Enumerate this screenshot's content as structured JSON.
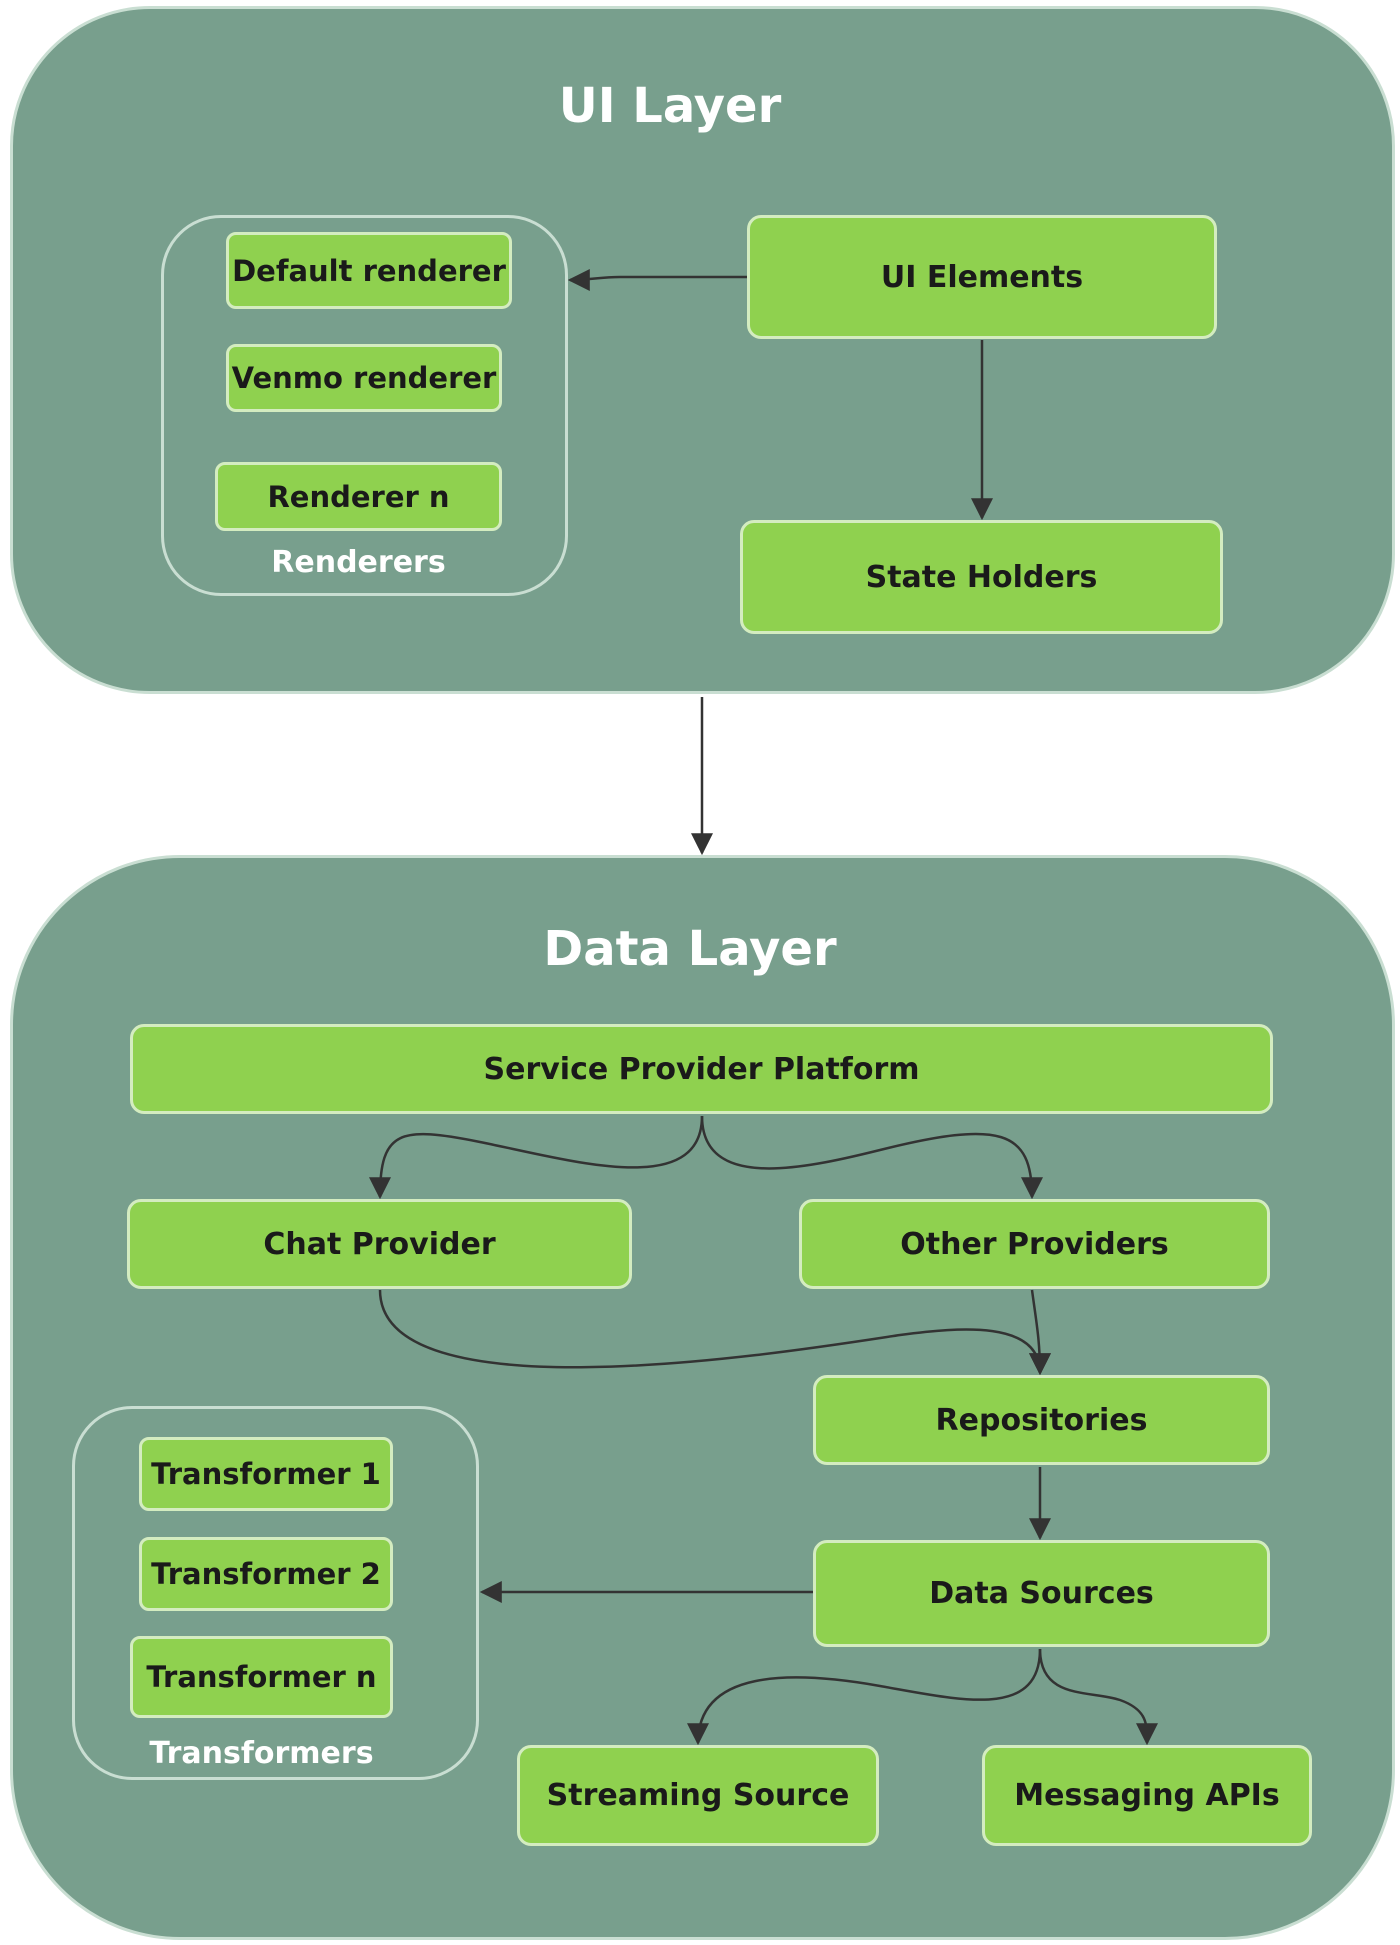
{
  "ui_layer": {
    "title": "UI Layer",
    "renderers_group": {
      "label": "Renderers",
      "items": [
        "Default renderer",
        "Venmo renderer",
        "Renderer n"
      ]
    },
    "ui_elements": "UI Elements",
    "state_holders": "State Holders"
  },
  "data_layer": {
    "title": "Data Layer",
    "service_provider_platform": "Service Provider Platform",
    "chat_provider": "Chat Provider",
    "other_providers": "Other Providers",
    "repositories": "Repositories",
    "data_sources": "Data Sources",
    "transformers_group": {
      "label": "Transformers",
      "items": [
        "Transformer 1",
        "Transformer 2",
        "Transformer n"
      ]
    },
    "streaming_source": "Streaming Source",
    "messaging_apis": "Messaging APIs"
  },
  "colors": {
    "layer_fill": "#789f8d",
    "layer_border": "#c9ded2",
    "node_fill": "#8fd14f",
    "node_border": "#d4ecc0",
    "connector": "#333333"
  }
}
